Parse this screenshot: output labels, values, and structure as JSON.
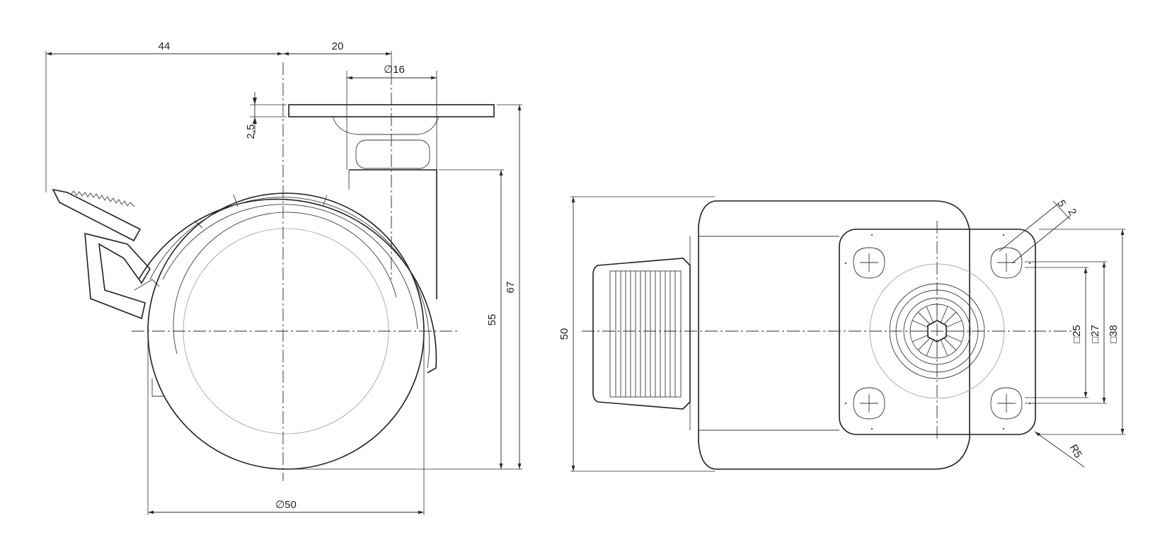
{
  "dimensions": {
    "top_left": "44",
    "top_right": "20",
    "stem_diameter": "∅16",
    "plate_thickness": "2,5",
    "total_height": "67",
    "axle_height": "55",
    "wheel_diameter": "∅50",
    "width": "50",
    "hole_spacing": "□25",
    "hole_spacing_mid": "□27",
    "plate_size": "□38",
    "hole_size_a": "5",
    "hole_size_b": "2",
    "corner_radius": "R5"
  },
  "colors": {
    "line": "#1f1f1f",
    "thin": "#9a9a9a",
    "background": "#ffffff"
  }
}
